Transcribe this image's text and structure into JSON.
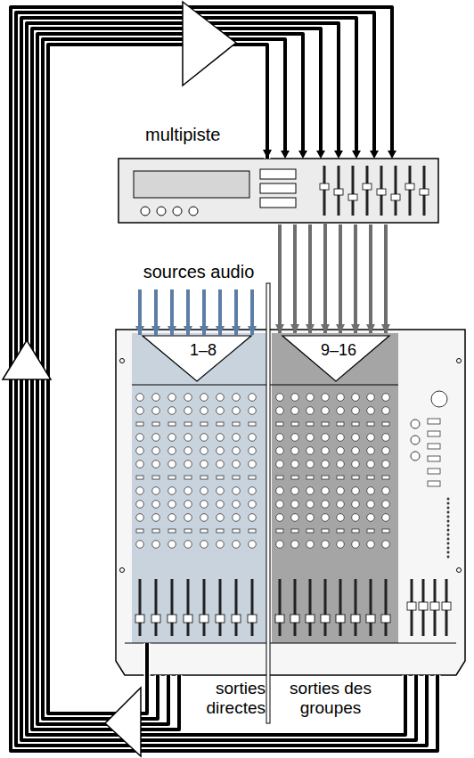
{
  "diagram": {
    "nodes": [
      {
        "text": [
          "multipiste"
        ]
      },
      {
        "text": [
          "1–8"
        ]
      },
      {
        "text": [
          "9–16"
        ]
      }
    ],
    "edges": [
      {
        "from": 1,
        "to": 0,
        "arrow": "to"
      },
      {
        "from": 0,
        "to": 2,
        "arrow": "to"
      }
    ],
    "labels": [
      "sources audio",
      "sorties directes",
      "sorties des groupes"
    ]
  }
}
